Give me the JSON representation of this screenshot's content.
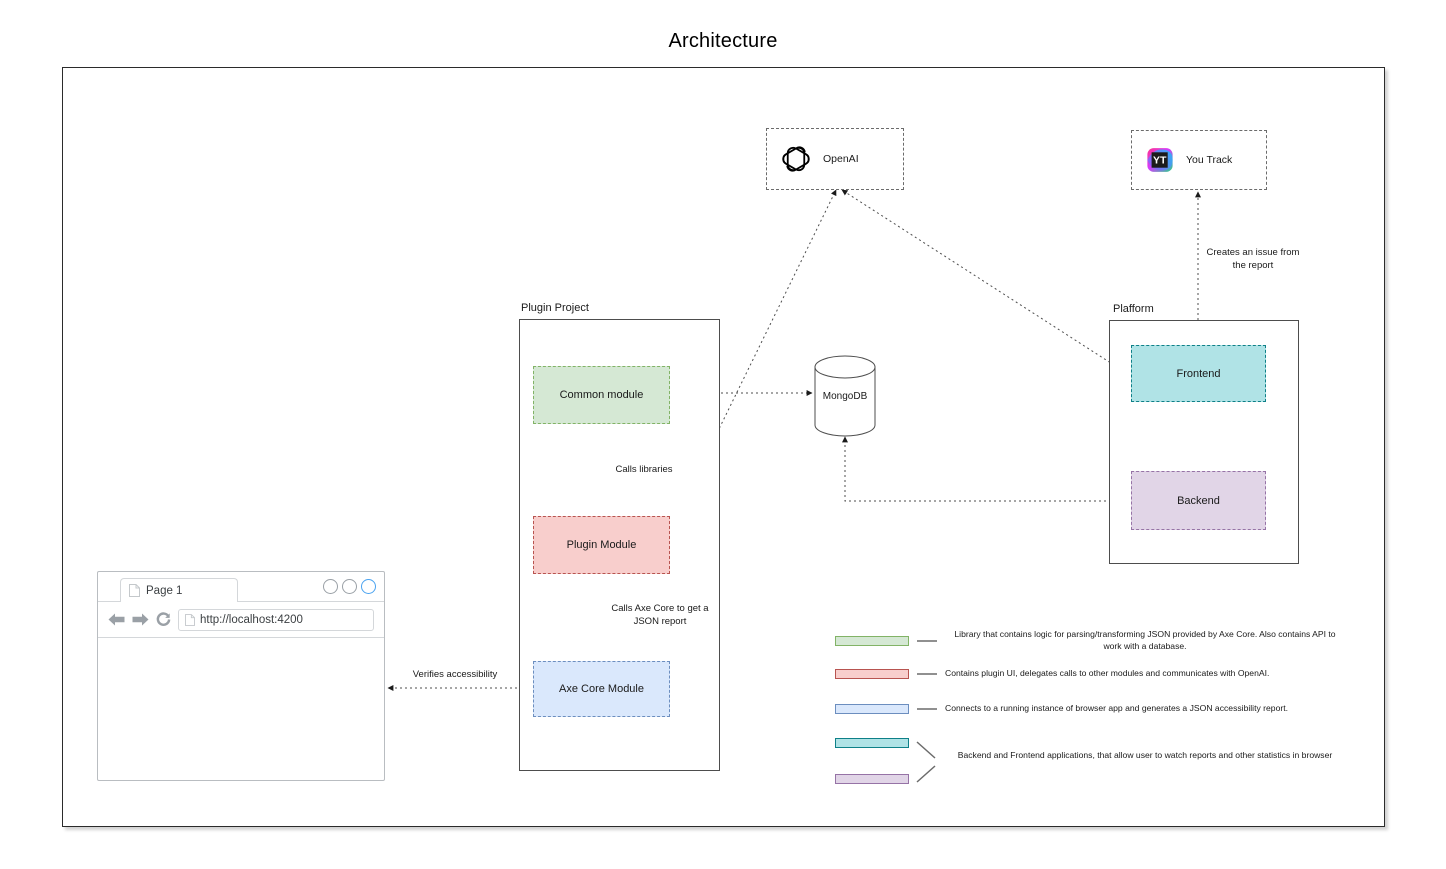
{
  "title": "Architecture",
  "containers": [
    {
      "name": "plugin-project",
      "label": "Plugin Project"
    },
    {
      "name": "platform",
      "label": "Plafform"
    }
  ],
  "nodes": {
    "common_module": {
      "label": "Common module",
      "color": "#d5e8d4",
      "border": "#82b366"
    },
    "plugin_module": {
      "label": "Plugin Module",
      "color": "#f8cecc",
      "border": "#b85450"
    },
    "axe_core_module": {
      "label": "Axe Core Module",
      "color": "#dae8fc",
      "border": "#6c8ebf"
    },
    "frontend": {
      "label": "Frontend",
      "color": "#b0e3e6",
      "border": "#0e8088"
    },
    "backend": {
      "label": "Backend",
      "color": "#e1d5e7",
      "border": "#9673a6"
    },
    "mongodb": {
      "label": "MongoDB"
    }
  },
  "external": [
    {
      "name": "openai",
      "label": "OpenAI",
      "icon": "openai-icon"
    },
    {
      "name": "youtrack",
      "label": "You Track",
      "icon": "youtrack-icon"
    }
  ],
  "edge_labels": {
    "calls_libraries": "Calls libraries",
    "calls_axe_core": "Calls Axe Core to get a\nJSON report",
    "verifies_accessibility": "Verifies accessibility",
    "creates_issue": "Creates an issue from\nthe report"
  },
  "browser": {
    "tab_label": "Page 1",
    "url": "http://localhost:4200",
    "back_icon": "back-arrow-icon",
    "forward_icon": "forward-arrow-icon",
    "reload_icon": "reload-icon",
    "page_icon": "page-icon"
  },
  "legend": [
    {
      "name": "legend-common-module",
      "colors": [
        "#d5e8d4"
      ],
      "borders": [
        "#82b366"
      ],
      "text": "Library that contains logic for parsing/transforming JSON provided by Axe Core. Also contains API to work with a database."
    },
    {
      "name": "legend-plugin-module",
      "colors": [
        "#f8cecc"
      ],
      "borders": [
        "#b85450"
      ],
      "text": "Contains plugin UI, delegates calls to other modules and communicates with OpenAI."
    },
    {
      "name": "legend-axe-core-module",
      "colors": [
        "#dae8fc"
      ],
      "borders": [
        "#6c8ebf"
      ],
      "text": "Connects to a running instance of browser app and generates a JSON accessibility report."
    },
    {
      "name": "legend-platform-apps",
      "colors": [
        "#b0e3e6",
        "#e1d5e7"
      ],
      "borders": [
        "#0e8088",
        "#9673a6"
      ],
      "text": "Backend and Frontend applications, that allow user to watch reports and other statistics in browser"
    }
  ]
}
